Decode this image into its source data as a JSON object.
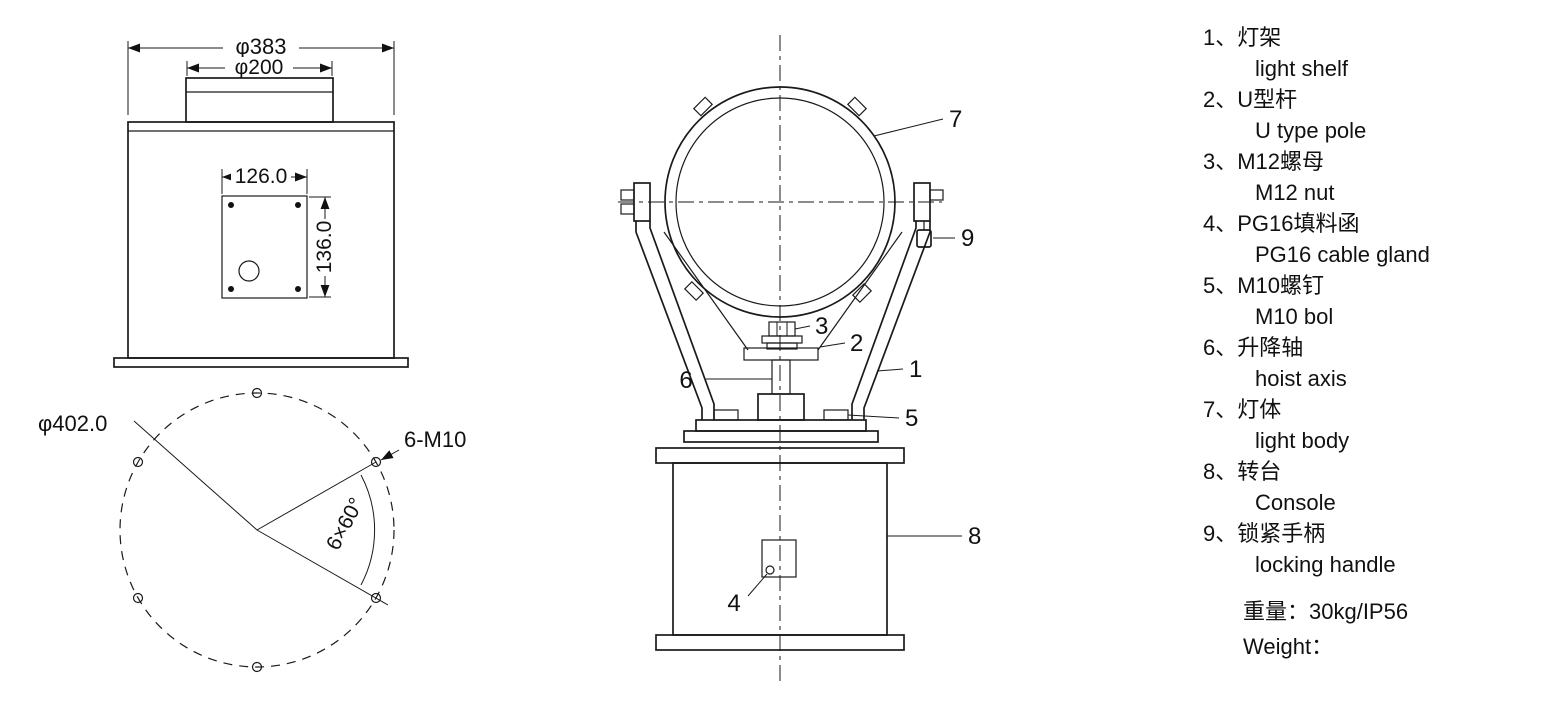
{
  "drawing": {
    "base_front_view": {
      "dim_outer_diameter": "φ383",
      "dim_top_diameter": "φ200",
      "dim_cutout_width": "126.0",
      "dim_cutout_height": "136.0"
    },
    "bolt_circle_view": {
      "dim_bolt_circle_diameter": "φ402.0",
      "label_bolt_holes": "6-M10",
      "label_bolt_spacing": "6×60°"
    },
    "elevation_view": {
      "callouts": {
        "c1": "1",
        "c2": "2",
        "c3": "3",
        "c4": "4",
        "c5": "5",
        "c6": "6",
        "c7": "7",
        "c8": "8",
        "c9": "9"
      }
    }
  },
  "parts_list": {
    "items": [
      {
        "zh": "1、灯架",
        "en": "light shelf"
      },
      {
        "zh": "2、U型杆",
        "en": "U type pole"
      },
      {
        "zh": "3、M12螺母",
        "en": "M12 nut"
      },
      {
        "zh": "4、PG16填料函",
        "en": "PG16 cable gland"
      },
      {
        "zh": "5、M10螺钉",
        "en": "M10 bol"
      },
      {
        "zh": "6、升降轴",
        "en": "hoist axis"
      },
      {
        "zh": "7、灯体",
        "en": "light body"
      },
      {
        "zh": "8、转台",
        "en": "Console"
      },
      {
        "zh": "9、锁紧手柄",
        "en": "locking handle"
      }
    ],
    "weight_zh": "重量：30kg/IP56",
    "weight_en": "Weight："
  }
}
